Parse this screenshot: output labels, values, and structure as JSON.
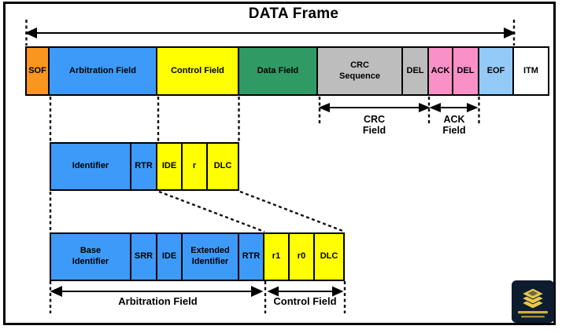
{
  "title": "DATA Frame",
  "colors": {
    "orange": "#F9961E",
    "blue": "#3D9AF8",
    "yellow": "#FFFF00",
    "green": "#2F9A64",
    "gray": "#BDBDBD",
    "pink": "#F991C8",
    "light_blue": "#94CAF8",
    "white": "#FFFFFF",
    "logo_navy": "#0E1C2F",
    "logo_gold": "#E8C84F"
  },
  "frame_row": [
    {
      "label": "SOF",
      "color": "orange"
    },
    {
      "label": "Arbitration Field",
      "color": "blue"
    },
    {
      "label": "Control Field",
      "color": "yellow"
    },
    {
      "label": "Data Field",
      "color": "green"
    },
    {
      "label": "CRC\nSequence",
      "color": "gray"
    },
    {
      "label": "DEL",
      "color": "gray"
    },
    {
      "label": "ACK",
      "color": "pink"
    },
    {
      "label": "DEL",
      "color": "pink"
    },
    {
      "label": "EOF",
      "color": "light_blue"
    },
    {
      "label": "ITM",
      "color": "white"
    }
  ],
  "standard_row": [
    {
      "label": "Identifier",
      "color": "blue"
    },
    {
      "label": "RTR",
      "color": "blue"
    },
    {
      "label": "IDE",
      "color": "yellow"
    },
    {
      "label": "r",
      "color": "yellow"
    },
    {
      "label": "DLC",
      "color": "yellow"
    }
  ],
  "extended_row": [
    {
      "label": "Base\nIdentifier",
      "color": "blue"
    },
    {
      "label": "SRR",
      "color": "blue"
    },
    {
      "label": "IDE",
      "color": "blue"
    },
    {
      "label": "Extended\nIdentifier",
      "color": "blue"
    },
    {
      "label": "RTR",
      "color": "blue"
    },
    {
      "label": "r1",
      "color": "yellow"
    },
    {
      "label": "r0",
      "color": "yellow"
    },
    {
      "label": "DLC",
      "color": "yellow"
    }
  ],
  "annotations": {
    "crc_field": "CRC\nField",
    "ack_field": "ACK\nField",
    "arbitration_field": "Arbitration Field",
    "control_field": "Control Field"
  },
  "logo": {
    "icon": "stacked-books-icon",
    "background": "#0E1C2F",
    "accent": "#E8C84F"
  }
}
